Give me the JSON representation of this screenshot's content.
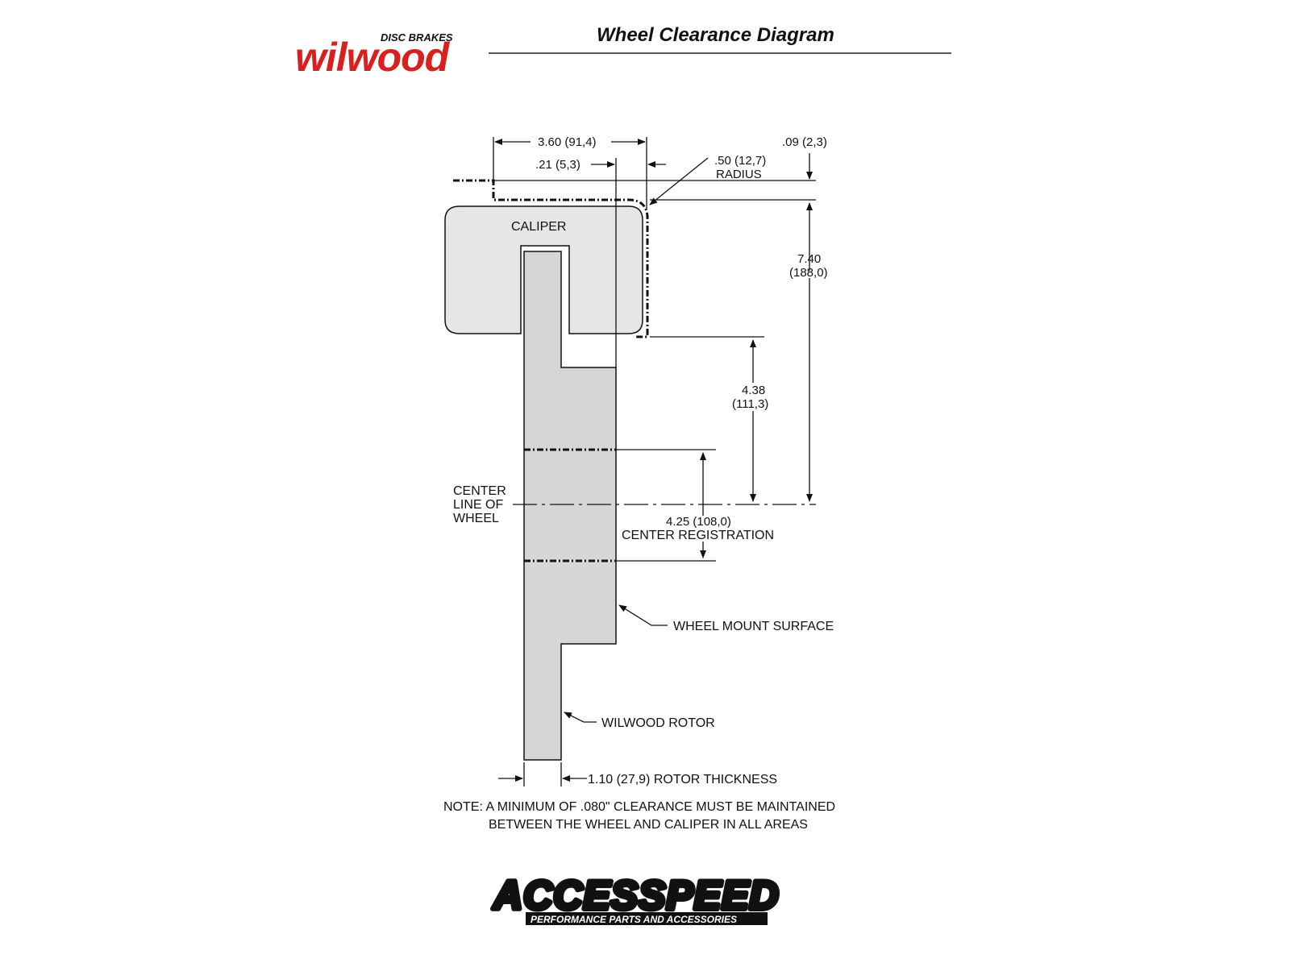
{
  "header": {
    "logo_brand": "wilwood",
    "logo_tagline": "DISC BRAKES",
    "title": "Wheel Clearance Diagram"
  },
  "dimensions": {
    "overall_width": "3.60 (91,4)",
    "offset_small": ".21 (5,3)",
    "radius_value": ".50 (12,7)",
    "radius_word": "RADIUS",
    "top_gap": ".09 (2,3)",
    "height_line1": "7.40",
    "height_line2": "(188,0)",
    "caliper_drop_line1": "4.38",
    "caliper_drop_line2": "(111,3)",
    "center_reg_value": "4.25 (108,0)",
    "center_reg_label": "CENTER REGISTRATION",
    "rotor_thickness": "1.10 (27,9) ROTOR THICKNESS"
  },
  "labels": {
    "caliper": "CALIPER",
    "centerline_1": "CENTER",
    "centerline_2": "LINE OF",
    "centerline_3": "WHEEL",
    "wheel_mount": "WHEEL MOUNT SURFACE",
    "rotor": "WILWOOD ROTOR"
  },
  "note": {
    "line1": "NOTE: A MINIMUM OF .080\" CLEARANCE MUST BE MAINTAINED",
    "line2": "BETWEEN THE WHEEL AND CALIPER IN ALL AREAS"
  },
  "footer": {
    "brand": "ACCESSPEED",
    "tagline": "PERFORMANCE PARTS AND ACCESSORIES"
  },
  "colors": {
    "logo_red": "#d8201f",
    "part_fill": "#d6d6d6",
    "caliper_fill": "#e6e6e6",
    "line": "#111111"
  }
}
